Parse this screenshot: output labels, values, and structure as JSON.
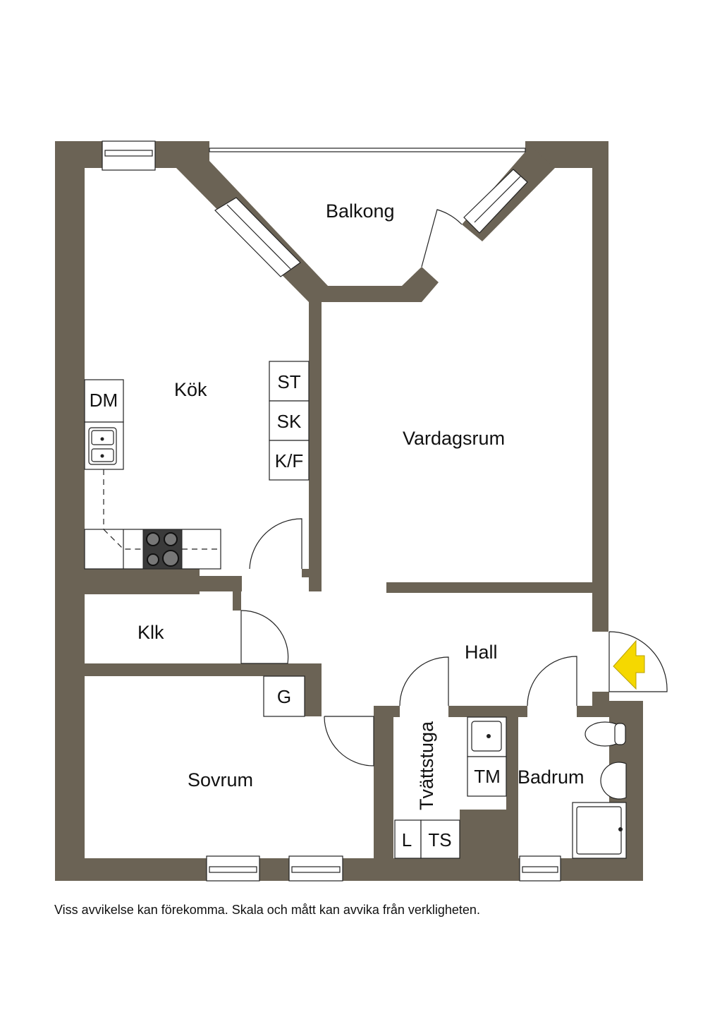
{
  "rooms": {
    "balcony": "Balkong",
    "kitchen": "Kök",
    "living_room": "Vardagsrum",
    "closet": "Klk",
    "hall": "Hall",
    "bedroom": "Sovrum",
    "laundry": "Tvättstuga",
    "bathroom": "Badrum"
  },
  "fixtures": {
    "dishwasher": "DM",
    "cabinet_st": "ST",
    "cabinet_sk": "SK",
    "fridge_freezer": "K/F",
    "wardrobe_g": "G",
    "washing_machine": "TM",
    "l": "L",
    "dryer": "TS"
  },
  "colors": {
    "wall": "#6b6355",
    "entrance_arrow": "#f5d800"
  },
  "footer": "Viss avvikelse kan förekomma. Skala och mått kan avvika från verkligheten."
}
